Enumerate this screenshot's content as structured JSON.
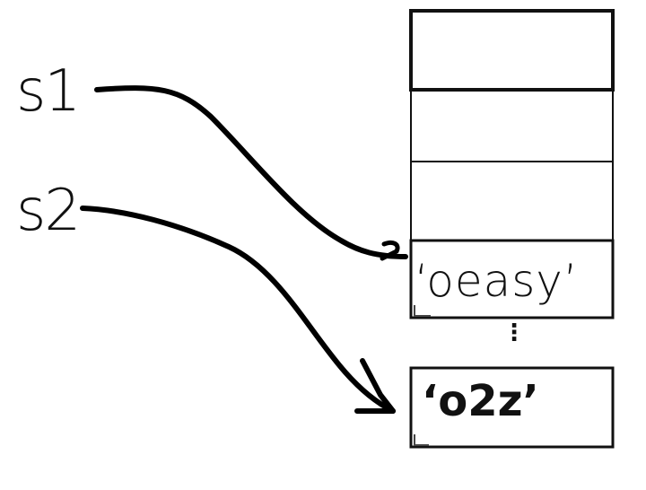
{
  "labels": {
    "s1": "s1",
    "s2": "s2"
  },
  "cells": {
    "cell4": "‘oeasy’",
    "cell6": "‘o2z’"
  },
  "ellipsis": "⋮"
}
